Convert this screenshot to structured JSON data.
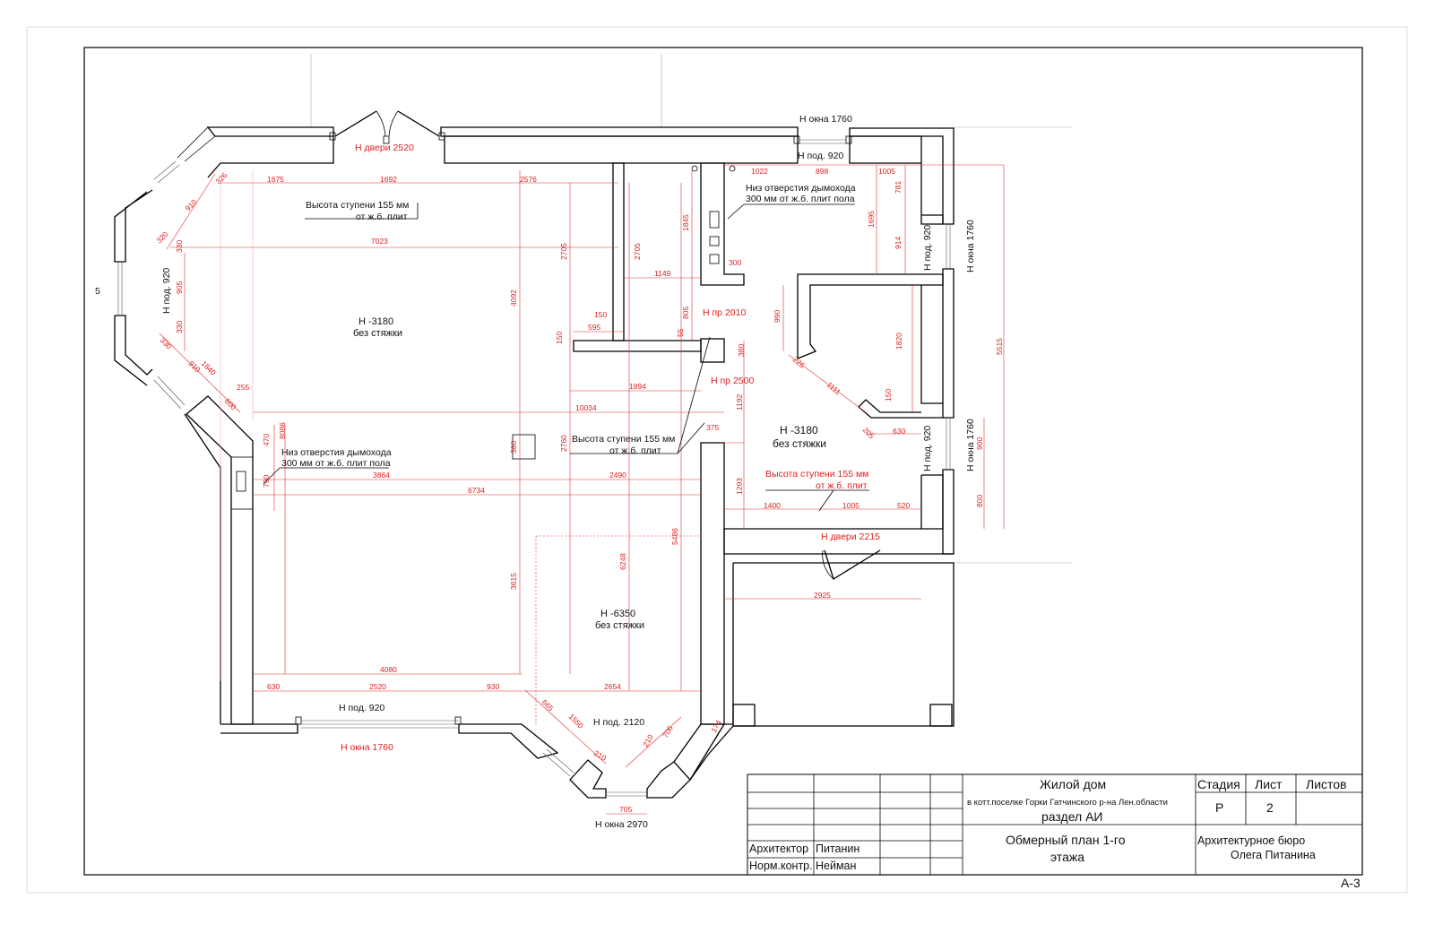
{
  "plan": {
    "rooms": [
      {
        "level": "Н -3180",
        "note": "без стяжки"
      },
      {
        "level": "Н -3180",
        "note": "без стяжки"
      },
      {
        "level": "Н -6350",
        "note": "без стяжки"
      }
    ],
    "openings": {
      "door_top": "Н  двери 2520",
      "window_top_right": "Н  окна 1760",
      "sill_top_right": "Н  под. 920",
      "sill_left": "Н  под. 920",
      "sill_right_1": "Н  под. 920",
      "window_right_1": "Н  окна 1760",
      "sill_right_2": "Н  под. 920",
      "window_right_2": "Н  окна 1760",
      "pass_1": "Н  пр 2010",
      "pass_2": "Н  пр 2500",
      "door_bottom": "Н  двери 2215",
      "sill_bottom": "Н  под. 920",
      "window_bottom": "Н  окна 1760",
      "sill_bay": "Н  под. 2120",
      "window_bay": "Н  окна 2970"
    },
    "notes": {
      "step_1": [
        "Высота ступени 155 мм",
        "от ж.б. плит"
      ],
      "flue_1": [
        "Низ отверстия дымохода",
        "300 мм от ж.б. плит пола"
      ],
      "step_2": [
        "Высота ступени 155 мм",
        "от ж.б. плит"
      ],
      "flue_2": [
        "Низ отверстия дымохода",
        "300 мм от ж.б. плит пола"
      ],
      "step_3": [
        "Высота ступени 155 мм",
        "от ж.б. плит"
      ]
    },
    "axis_mark": "5",
    "dimensions": {
      "d1675": "1675",
      "d1692": "1692",
      "d2576": "2576",
      "d326": "326",
      "d910a": "910",
      "d320": "320",
      "d330a": "330",
      "d7023": "7023",
      "d905": "905",
      "d330b": "330",
      "d330c": "330",
      "d910b": "910",
      "d1840": "1840",
      "d255": "255",
      "d600": "600",
      "d4092": "4092",
      "d2705a": "2705",
      "d2705b": "2705",
      "d1845": "1845",
      "d1149": "1149",
      "d300": "300",
      "d150a": "150",
      "d595": "595",
      "d150b": "150",
      "d805": "805",
      "d55": "55",
      "d380a": "380",
      "d1894": "1894",
      "d10034": "10034",
      "d1192": "1192",
      "d375": "375",
      "d470": "470",
      "d8086": "8086",
      "d380b": "380",
      "d2760": "2760",
      "d790": "790",
      "d3864": "3864",
      "d2490": "2490",
      "d6734": "6734",
      "d1293": "1293",
      "d5486": "5486",
      "d6248": "6248",
      "d3615": "3615",
      "d4080": "4080",
      "d630a": "630",
      "d2520": "2520",
      "d930": "930",
      "d2654": "2654",
      "d665": "665",
      "d1550": "1550",
      "d210a": "210",
      "d210b": "210",
      "d706": "706",
      "d174": "174",
      "d705": "705",
      "d1022": "1022",
      "d898": "898",
      "d1005a": "1005",
      "d781": "781",
      "d1695": "1695",
      "d914": "914",
      "d990": "990",
      "d226": "226",
      "d1111": "1111",
      "d1820": "1820",
      "d150c": "150",
      "d205": "205",
      "d630b": "630",
      "d5515": "5515",
      "d900": "900",
      "d800": "800",
      "d1400": "1400",
      "d1005b": "1005",
      "d520": "520",
      "d2925": "2925"
    }
  },
  "title_block": {
    "project": "Жилой дом",
    "location": "в котт.поселке Горки Гатчинского р-на Лен.области",
    "section": "раздел АИ",
    "sheet_title": [
      "Обмерный план 1-го",
      "этажа"
    ],
    "col_stage": "Стадия",
    "col_sheet": "Лист",
    "col_sheets": "Листов",
    "stage": "Р",
    "sheet": "2",
    "role_architect": "Архитектор",
    "name_architect": "Питанин",
    "role_norm": "Норм.контр.",
    "name_norm": "Нейман",
    "bureau": [
      "Архитектурное бюро",
      "Олега Питанина"
    ]
  },
  "sheet_code": "А-3",
  "colors": {
    "dimension": "#e02020",
    "line": "#000000"
  }
}
